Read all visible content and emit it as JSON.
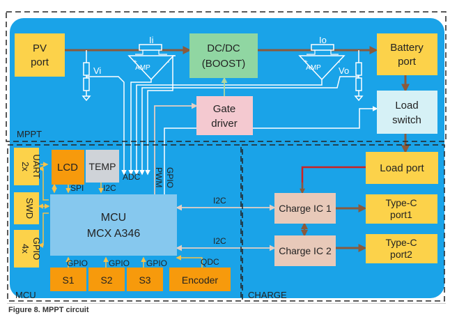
{
  "colors": {
    "background_panel": "#1aa3e8",
    "yellow_block": "#fcd24a",
    "orange_block": "#f79a0c",
    "green_block": "#90d6a2",
    "pink_block": "#f4c9d0",
    "cyan_block": "#d6f1f6",
    "tan_block": "#e8c9b9",
    "mcu_block": "#86c8ee",
    "temp_block": "#cfd3d8",
    "power_line": "#8a5a3c",
    "signal_line": "#ffffff",
    "gate_line": "#b0d7a0",
    "load_line": "#cc2222",
    "arrow_yellow": "#f6c24a",
    "section_border": "#222222"
  },
  "blocks": {
    "pv_port": [
      "PV",
      "port"
    ],
    "dcdc": [
      "DC/DC",
      "(BOOST)"
    ],
    "battery_port": [
      "Battery",
      "port"
    ],
    "gate_driver": [
      "Gate",
      "driver"
    ],
    "load_switch": [
      "Load",
      "switch"
    ],
    "load_port": "Load port",
    "uart": [
      "2x",
      "UART"
    ],
    "swd": "SWD",
    "gpio_side": [
      "4x",
      "GPIO"
    ],
    "lcd": "LCD",
    "temp": "TEMP",
    "mcu": [
      "MCU",
      "MCX A346"
    ],
    "charge_ic_1": "Charge IC 1",
    "charge_ic_2": "Charge IC 2",
    "typec_1": [
      "Type-C",
      "port1"
    ],
    "typec_2": [
      "Type-C",
      "port2"
    ],
    "s1": "S1",
    "s2": "S2",
    "s3": "S3",
    "encoder": "Encoder"
  },
  "labels": {
    "ii": "Ii",
    "io": "Io",
    "vi": "Vi",
    "vo": "Vo",
    "amp": "AMP",
    "plus": "+",
    "minus": "-",
    "adc": "ADC",
    "pwm": "PWM",
    "gpio": "GPIO",
    "spi": "SPI",
    "i2c": "I2C",
    "qdc": "QDC"
  },
  "sections": {
    "mppt": "MPPT",
    "mcu": "MCU",
    "charge": "CHARGE"
  },
  "caption": "Figure 8.  MPPT circuit"
}
